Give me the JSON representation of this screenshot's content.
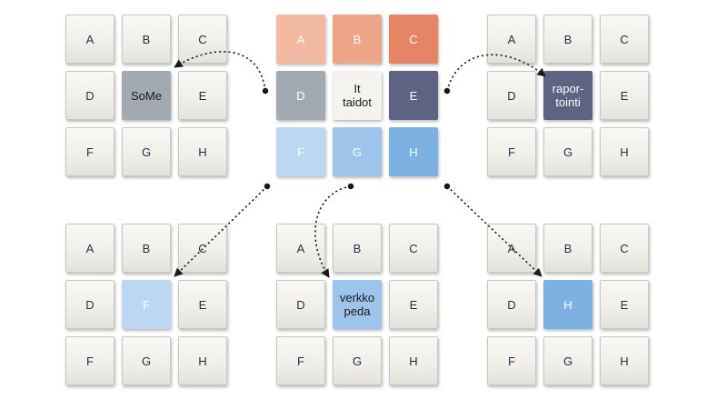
{
  "colors": {
    "A": "#f3b8a0",
    "B": "#eea586",
    "C": "#e58566",
    "D": "#a3a9b1",
    "E": "#5d6380",
    "F": "#bdd7f1",
    "G": "#9ec4ea",
    "H": "#7cb1e1",
    "center": "#f4f3f0",
    "neutral": "#f1efea"
  },
  "center": {
    "A": "A",
    "B": "B",
    "C": "C",
    "D": "D",
    "center": "It\ntaidot",
    "E": "E",
    "F": "F",
    "G": "G",
    "H": "H"
  },
  "grids": [
    {
      "id": "somme",
      "highlight": "center",
      "highlight_color": "D",
      "cells": {
        "A": "A",
        "B": "B",
        "C": "C",
        "D": "D",
        "center": "SoMe",
        "E": "E",
        "F": "F",
        "G": "G",
        "H": "H"
      }
    },
    {
      "id": "raportointi",
      "highlight": "center",
      "highlight_color": "E",
      "cells": {
        "A": "A",
        "B": "B",
        "C": "C",
        "D": "D",
        "center": "rapor-\ntointi",
        "E": "E",
        "F": "F",
        "G": "G",
        "H": "H"
      }
    },
    {
      "id": "f-expansion",
      "highlight": "center",
      "highlight_color": "F",
      "cells": {
        "A": "A",
        "B": "B",
        "C": "C",
        "D": "D",
        "center": "F",
        "E": "E",
        "F": "F",
        "G": "G",
        "H": "H"
      }
    },
    {
      "id": "verkkopeda",
      "highlight": "center",
      "highlight_color": "G",
      "cells": {
        "A": "A",
        "B": "B",
        "C": "C",
        "D": "D",
        "center": "verkko\npeda",
        "E": "E",
        "F": "F",
        "G": "G",
        "H": "H"
      }
    },
    {
      "id": "h-expansion",
      "highlight": "center",
      "highlight_color": "H",
      "cells": {
        "A": "A",
        "B": "B",
        "C": "C",
        "D": "D",
        "center": "H",
        "E": "E",
        "F": "F",
        "G": "G",
        "H": "H"
      }
    }
  ],
  "arrows": [
    {
      "from": "D",
      "to": "somme"
    },
    {
      "from": "E",
      "to": "raportointi"
    },
    {
      "from": "F",
      "to": "f-expansion"
    },
    {
      "from": "G",
      "to": "verkkopeda"
    },
    {
      "from": "H",
      "to": "h-expansion"
    }
  ]
}
